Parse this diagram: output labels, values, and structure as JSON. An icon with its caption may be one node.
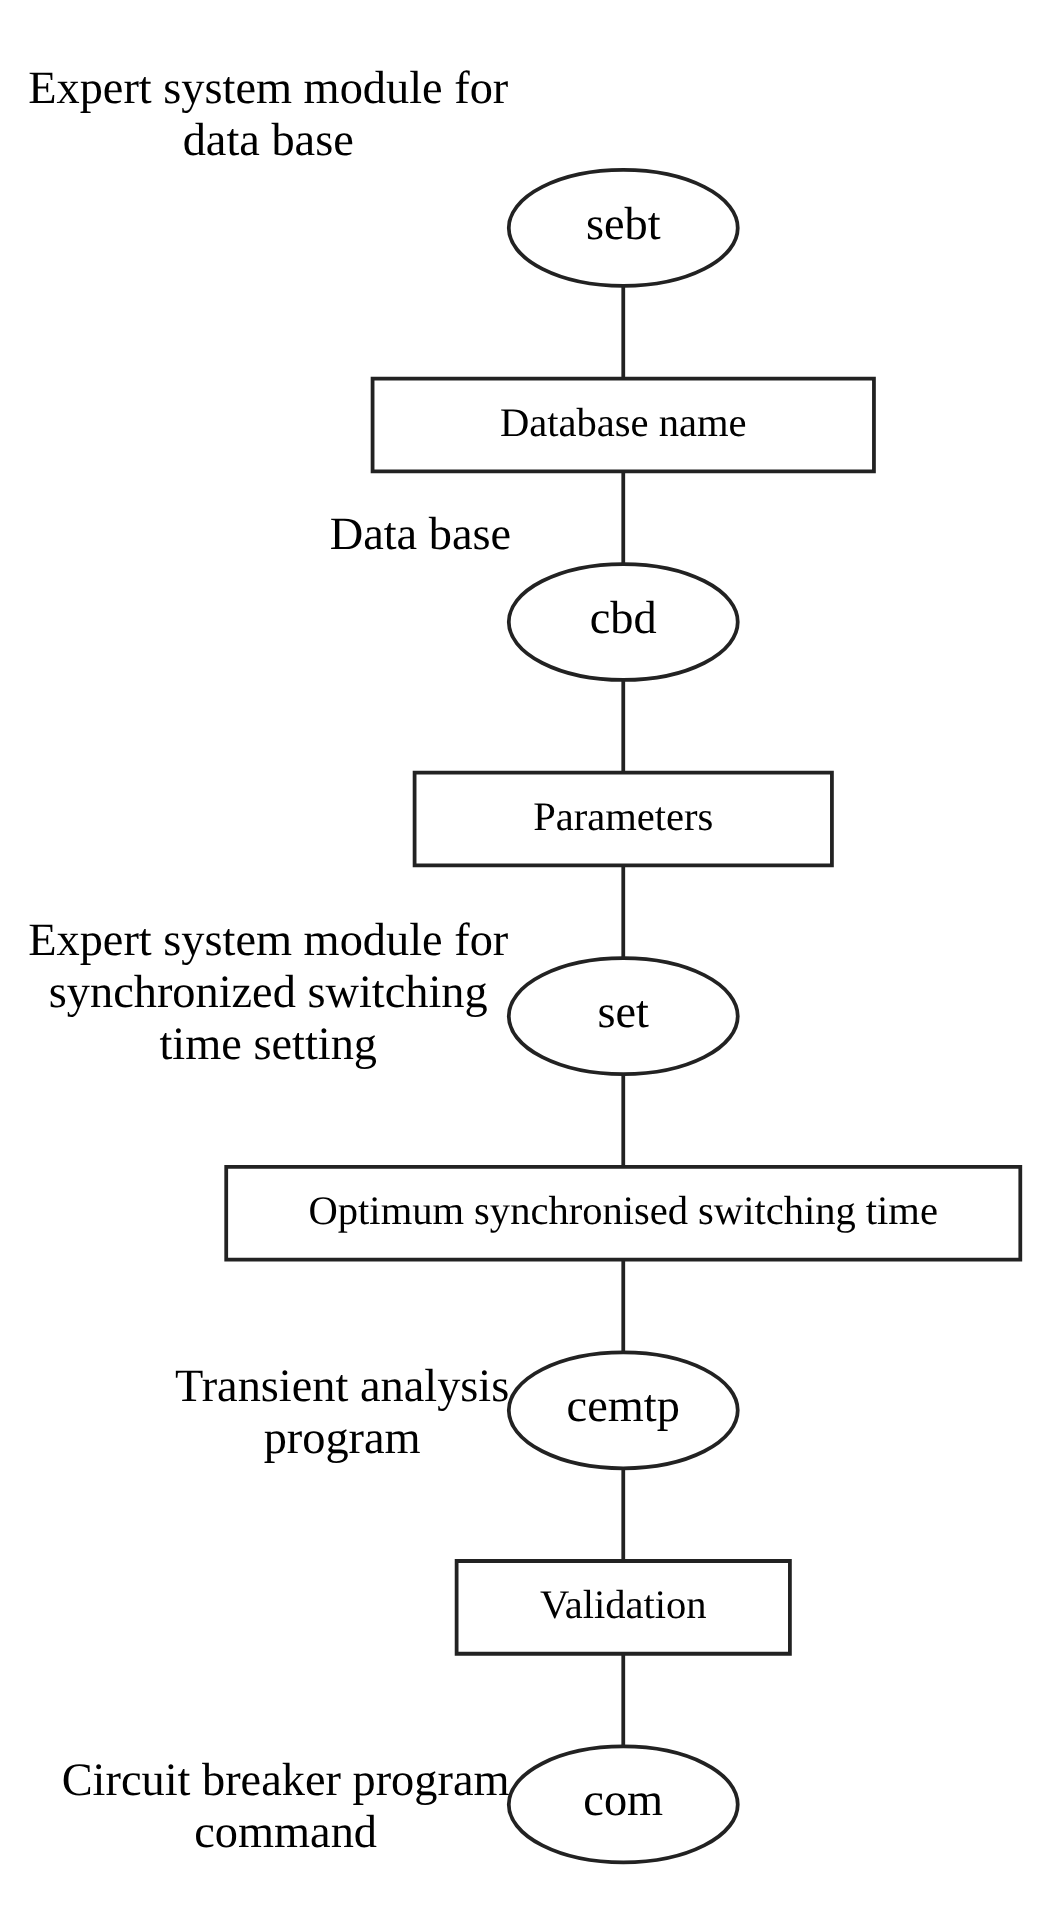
{
  "diagram": {
    "nodes": [
      {
        "text": [
          "sebt"
        ],
        "beside": [
          "Expert system module for data base"
        ]
      },
      {
        "text": [
          "Database name"
        ]
      },
      {
        "text": [
          "cbd"
        ],
        "beside": [
          "Data base"
        ]
      },
      {
        "text": [
          "Parameters"
        ]
      },
      {
        "text": [
          "set"
        ],
        "beside": [
          "Expert system module for synchronized switching time setting"
        ]
      },
      {
        "text": [
          "Optimum synchronised switching time"
        ]
      },
      {
        "text": [
          "cemtp"
        ],
        "beside": [
          "Transient analysis program"
        ]
      },
      {
        "text": [
          "Validation"
        ]
      },
      {
        "text": [
          "com"
        ],
        "beside": [
          "Circuit breaker program command"
        ]
      }
    ],
    "edges": [
      {
        "from": 0,
        "to": 1,
        "arrow": "none"
      },
      {
        "from": 1,
        "to": 2,
        "arrow": "none"
      },
      {
        "from": 2,
        "to": 3,
        "arrow": "none"
      },
      {
        "from": 3,
        "to": 4,
        "arrow": "none"
      },
      {
        "from": 4,
        "to": 5,
        "arrow": "none"
      },
      {
        "from": 5,
        "to": 6,
        "arrow": "none"
      },
      {
        "from": 6,
        "to": 7,
        "arrow": "none"
      },
      {
        "from": 7,
        "to": 8,
        "arrow": "none"
      }
    ]
  }
}
